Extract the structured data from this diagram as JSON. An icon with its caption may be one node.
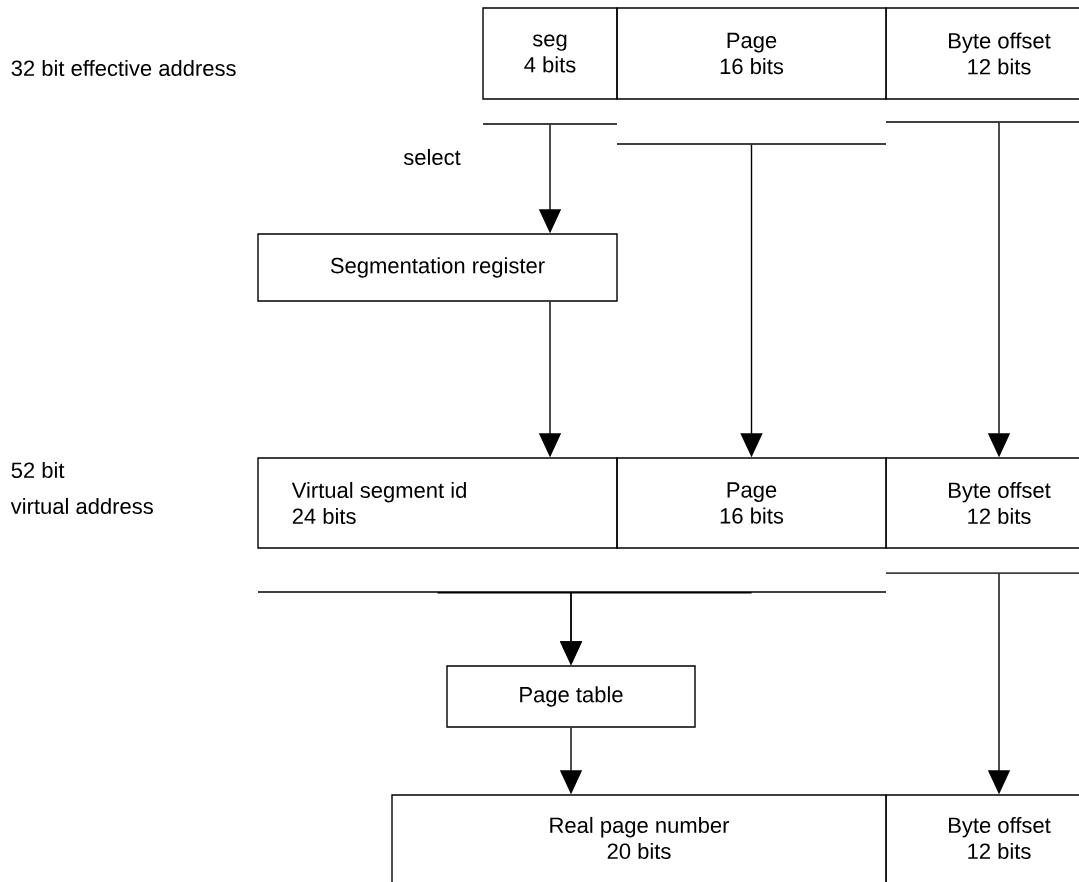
{
  "diagram": {
    "nodes": [
      {
        "text": [
          "seg",
          "4 bits"
        ]
      },
      {
        "text": [
          "Page",
          "16 bits"
        ]
      },
      {
        "text": [
          "Byte offset",
          "12 bits"
        ]
      },
      {
        "text": [
          "Segmentation register"
        ]
      },
      {
        "text": [
          "Virtual segment id",
          "24 bits"
        ]
      },
      {
        "text": [
          "Page",
          "16 bits"
        ]
      },
      {
        "text": [
          "Byte offset",
          "12 bits"
        ]
      },
      {
        "text": [
          "Page table"
        ]
      },
      {
        "text": [
          "Real page number",
          "20 bits"
        ]
      },
      {
        "text": [
          "Byte offset",
          "12 bits"
        ]
      }
    ],
    "edges": [
      {
        "from": 0,
        "to": 3,
        "arrow": "to",
        "label": "select"
      },
      {
        "from": 3,
        "to": 4,
        "arrow": "to"
      },
      {
        "from": 1,
        "to": 5,
        "arrow": "to"
      },
      {
        "from": 2,
        "to": 6,
        "arrow": "to"
      },
      {
        "from": 4,
        "to": 7,
        "arrow": "to"
      },
      {
        "from": 5,
        "to": 7,
        "arrow": "to"
      },
      {
        "from": 7,
        "to": 8,
        "arrow": "to"
      },
      {
        "from": 6,
        "to": 9,
        "arrow": "to"
      }
    ],
    "labels": [
      "32 bit effective address",
      "52 bit",
      "virtual address"
    ]
  }
}
